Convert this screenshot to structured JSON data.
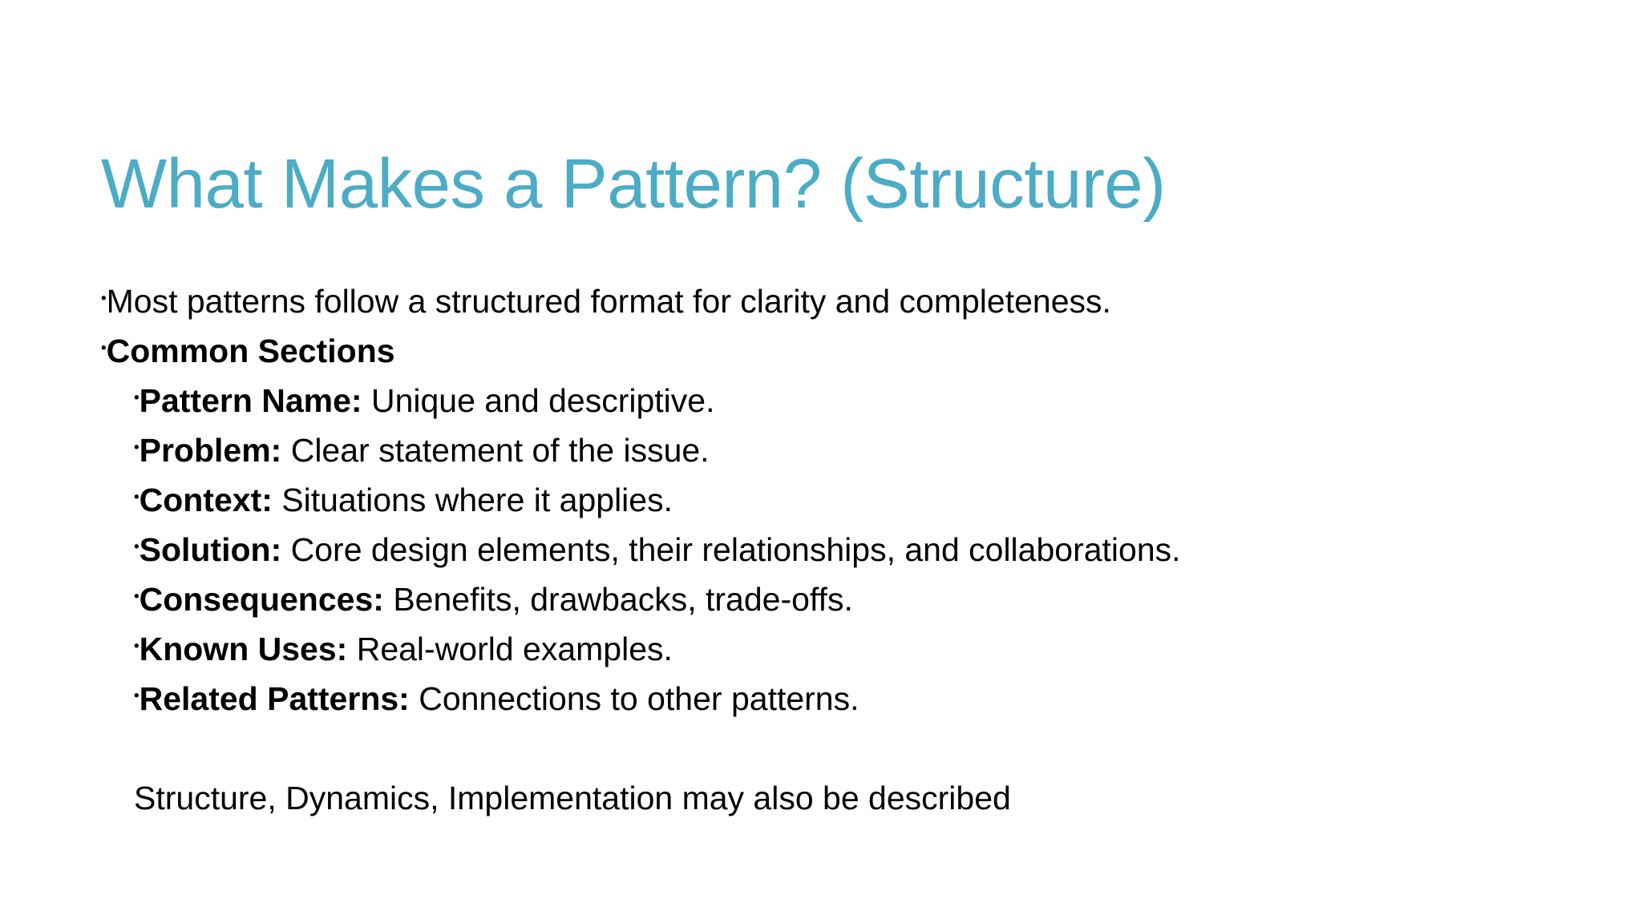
{
  "slide": {
    "title": "What Makes a Pattern? (Structure)",
    "title_color": "#4BACC6",
    "body_color": "#000000",
    "background_color": "#FFFFFF",
    "bullet_glyph": "•"
  },
  "body": {
    "lines": [
      {
        "level": 1,
        "bullet": true,
        "label": "",
        "text": "Most patterns follow a structured format for clarity and completeness."
      },
      {
        "level": 1,
        "bullet": true,
        "label": "Common Sections",
        "text": ""
      },
      {
        "level": 2,
        "bullet": true,
        "label": "Pattern Name:",
        "text": " Unique and descriptive."
      },
      {
        "level": 2,
        "bullet": true,
        "label": "Problem:",
        "text": " Clear statement of the issue."
      },
      {
        "level": 2,
        "bullet": true,
        "label": "Context:",
        "text": " Situations where it applies."
      },
      {
        "level": 2,
        "bullet": true,
        "label": "Solution:",
        "text": " Core design elements, their relationships, and collaborations."
      },
      {
        "level": 2,
        "bullet": true,
        "label": "Consequences:",
        "text": " Benefits, drawbacks, trade-offs."
      },
      {
        "level": 2,
        "bullet": true,
        "label": "Known Uses:",
        "text": " Real-world examples."
      },
      {
        "level": 2,
        "bullet": true,
        "label": "Related Patterns:",
        "text": " Connections to other patterns."
      }
    ],
    "closing_line": "Structure, Dynamics, Implementation may also be described"
  }
}
